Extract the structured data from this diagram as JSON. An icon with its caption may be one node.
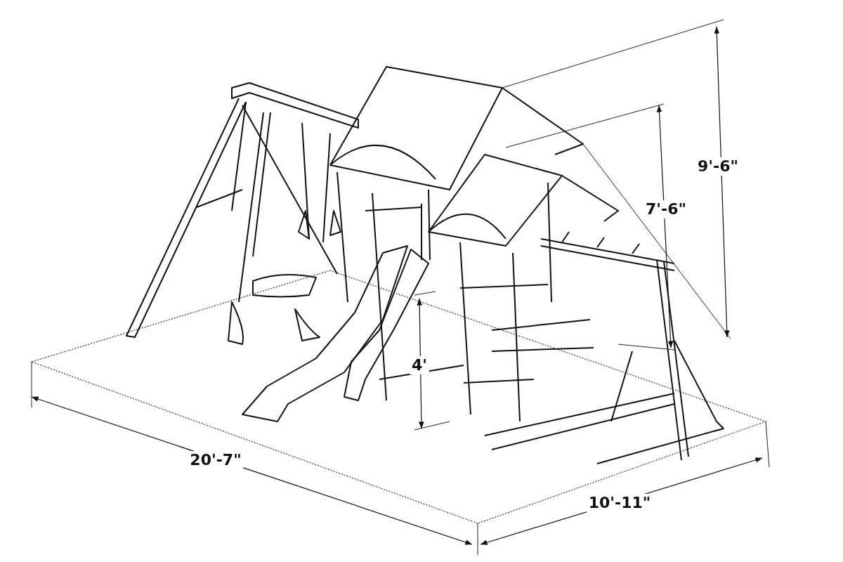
{
  "diagram": {
    "labels": [
      "9'-6\"",
      "7'-6\"",
      "4'",
      "20'-7\"",
      "10'-11\""
    ]
  }
}
